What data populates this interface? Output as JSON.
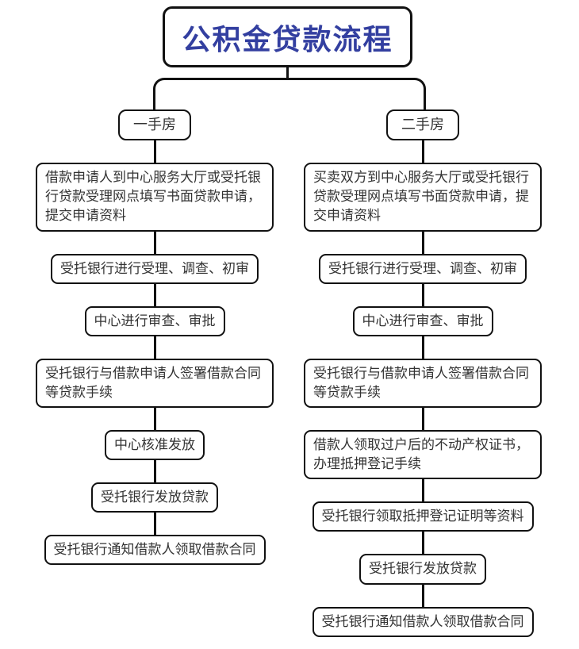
{
  "title": "公积金贷款流程",
  "colors": {
    "title_text": "#333FA0",
    "border": "#111111",
    "body_text": "#333333",
    "background": "#ffffff"
  },
  "columns": [
    {
      "id": "first-hand",
      "header": "一手房",
      "steps": [
        "借款申请人到中心服务大厅或受托银行贷款受理网点填写书面贷款申请，提交申请资料",
        "受托银行进行受理、调查、初审",
        "中心进行审查、审批",
        "受托银行与借款申请人签署借款合同等贷款手续",
        "中心核准发放",
        "受托银行发放贷款",
        "受托银行通知借款人领取借款合同"
      ]
    },
    {
      "id": "second-hand",
      "header": "二手房",
      "steps": [
        "买卖双方到中心服务大厅或受托银行贷款受理网点填写书面贷款申请，提交申请资料",
        "受托银行进行受理、调查、初审",
        "中心进行审查、审批",
        "受托银行与借款申请人签署借款合同等贷款手续",
        "借款人领取过户后的不动产权证书，办理抵押登记手续",
        "受托银行领取抵押登记证明等资料",
        "受托银行发放贷款",
        "受托银行通知借款人领取借款合同"
      ]
    }
  ]
}
